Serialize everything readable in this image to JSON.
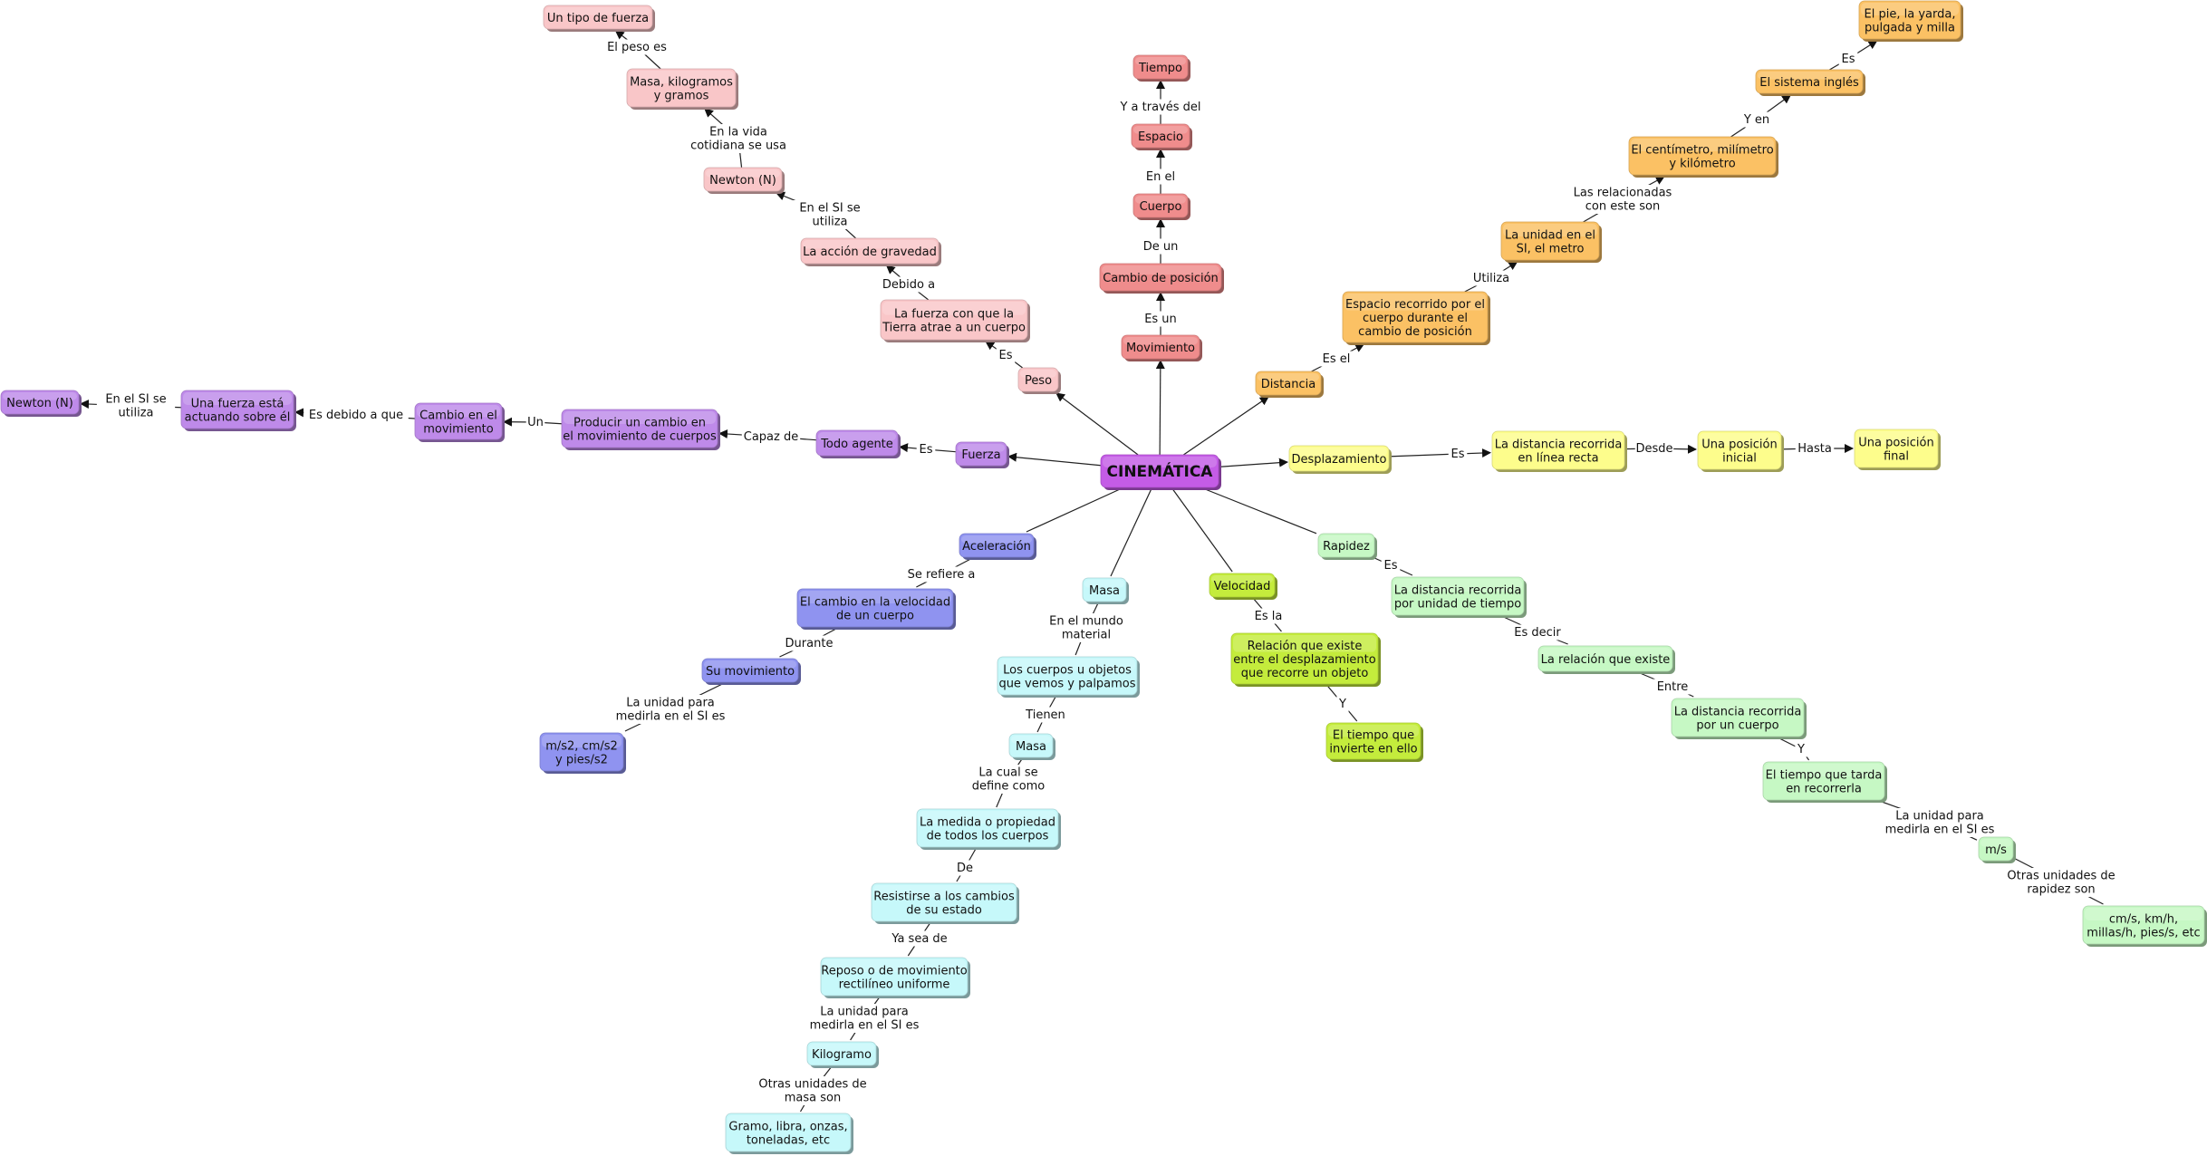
{
  "colors": {
    "root": "#c45ce6",
    "mov": "#ef8c8c",
    "peso": "#f9c6c8",
    "dist": "#fbc164",
    "desp": "#fdfd8c",
    "fuerza": "#be8ae9",
    "acel": "#8f93f0",
    "masa": "#c6f8fa",
    "vel": "#c4ec3c",
    "rap": "#c6f8c4"
  },
  "nodes": [
    {
      "id": "root",
      "label": "CINEMÁTICA",
      "color": "root"
    },
    {
      "id": "mov",
      "label": "Movimiento",
      "color": "mov"
    },
    {
      "id": "cambio",
      "label": "Cambio de posición",
      "color": "mov"
    },
    {
      "id": "cuerpo",
      "label": "Cuerpo",
      "color": "mov"
    },
    {
      "id": "espacio",
      "label": "Espacio",
      "color": "mov"
    },
    {
      "id": "tiempo",
      "label": "Tiempo",
      "color": "mov"
    },
    {
      "id": "peso",
      "label": "Peso",
      "color": "peso"
    },
    {
      "id": "fuerzaTierra",
      "label": "La fuerza con que la\nTierra atrae a un cuerpo",
      "color": "peso"
    },
    {
      "id": "gravedad",
      "label": "La acción de gravedad",
      "color": "peso"
    },
    {
      "id": "newton1",
      "label": "Newton (N)",
      "color": "peso"
    },
    {
      "id": "masaKg",
      "label": "Masa, kilogramos\ny gramos",
      "color": "peso"
    },
    {
      "id": "tipoFuerza",
      "label": "Un tipo de fuerza",
      "color": "peso"
    },
    {
      "id": "distancia",
      "label": "Distancia",
      "color": "dist"
    },
    {
      "id": "espacioRec",
      "label": "Espacio recorrido por el\ncuerpo durante el\ncambio de posición",
      "color": "dist"
    },
    {
      "id": "unidadSI",
      "label": "La unidad en el\nSI, el metro",
      "color": "dist"
    },
    {
      "id": "centimetro",
      "label": "El centímetro, milímetro\ny kilómetro",
      "color": "dist"
    },
    {
      "id": "ingles",
      "label": "El sistema inglés",
      "color": "dist"
    },
    {
      "id": "pie",
      "label": "El pie, la yarda,\npulgada y milla",
      "color": "dist"
    },
    {
      "id": "desp",
      "label": "Desplazamiento",
      "color": "desp"
    },
    {
      "id": "distRecta",
      "label": "La distancia recorrida\nen línea recta",
      "color": "desp"
    },
    {
      "id": "posIni",
      "label": "Una posición\ninicial",
      "color": "desp"
    },
    {
      "id": "posFin",
      "label": "Una posición\nfinal",
      "color": "desp"
    },
    {
      "id": "fuerza",
      "label": "Fuerza",
      "color": "fuerza"
    },
    {
      "id": "agente",
      "label": "Todo agente",
      "color": "fuerza"
    },
    {
      "id": "producir",
      "label": "Producir un cambio en\nel movimiento de cuerpos",
      "color": "fuerza"
    },
    {
      "id": "cambioMov",
      "label": "Cambio en el\nmovimiento",
      "color": "fuerza"
    },
    {
      "id": "fuerzaActua",
      "label": "Una fuerza está\nactuando sobre él",
      "color": "fuerza"
    },
    {
      "id": "newton2",
      "label": "Newton (N)",
      "color": "fuerza"
    },
    {
      "id": "acel",
      "label": "Aceleración",
      "color": "acel"
    },
    {
      "id": "cambioVel",
      "label": "El cambio en la velocidad\nde un cuerpo",
      "color": "acel"
    },
    {
      "id": "suMov",
      "label": "Su movimiento",
      "color": "acel"
    },
    {
      "id": "ms2",
      "label": "m/s2, cm/s2\ny pies/s2",
      "color": "acel"
    },
    {
      "id": "masa1",
      "label": "Masa",
      "color": "masa"
    },
    {
      "id": "cuerpos",
      "label": "Los cuerpos u objetos\nque vemos y palpamos",
      "color": "masa"
    },
    {
      "id": "masa2",
      "label": "Masa",
      "color": "masa"
    },
    {
      "id": "medida",
      "label": "La medida o propiedad\nde todos los cuerpos",
      "color": "masa"
    },
    {
      "id": "resistirse",
      "label": "Resistirse a los cambios\nde su estado",
      "color": "masa"
    },
    {
      "id": "reposo",
      "label": "Reposo o de movimiento\nrectilíneo uniforme",
      "color": "masa"
    },
    {
      "id": "kilogramo",
      "label": "Kilogramo",
      "color": "masa"
    },
    {
      "id": "gramo",
      "label": "Gramo, libra, onzas,\ntoneladas, etc",
      "color": "masa"
    },
    {
      "id": "vel",
      "label": "Velocidad",
      "color": "vel"
    },
    {
      "id": "relacion1",
      "label": "Relación que existe\nentre el desplazamiento\nque recorre un objeto",
      "color": "vel"
    },
    {
      "id": "tiempoInv",
      "label": "El tiempo que\ninvierte en ello",
      "color": "vel"
    },
    {
      "id": "rapidez",
      "label": "Rapidez",
      "color": "rap"
    },
    {
      "id": "distUnidad",
      "label": "La distancia recorrida\npor unidad de tiempo",
      "color": "rap"
    },
    {
      "id": "relacion2",
      "label": "La relación que existe",
      "color": "rap"
    },
    {
      "id": "distCuerpo",
      "label": "La distancia recorrida\npor un cuerpo",
      "color": "rap"
    },
    {
      "id": "tiempoTarda",
      "label": "El tiempo que tarda\nen recorrerla",
      "color": "rap"
    },
    {
      "id": "ms",
      "label": "m/s",
      "color": "rap"
    },
    {
      "id": "cmkm",
      "label": "cm/s, km/h,\nmillas/h, pies/s, etc",
      "color": "rap"
    }
  ],
  "edges": [
    {
      "from": "root",
      "to": "mov",
      "label": "",
      "arrow": true
    },
    {
      "from": "mov",
      "to": "cambio",
      "label": "Es un",
      "arrow": true
    },
    {
      "from": "cambio",
      "to": "cuerpo",
      "label": "De un",
      "arrow": true
    },
    {
      "from": "cuerpo",
      "to": "espacio",
      "label": "En el",
      "arrow": true
    },
    {
      "from": "espacio",
      "to": "tiempo",
      "label": "Y a través del",
      "arrow": true
    },
    {
      "from": "root",
      "to": "peso",
      "label": "",
      "arrow": true
    },
    {
      "from": "peso",
      "to": "fuerzaTierra",
      "label": "Es",
      "arrow": true
    },
    {
      "from": "fuerzaTierra",
      "to": "gravedad",
      "label": "Debido a",
      "arrow": true
    },
    {
      "from": "gravedad",
      "to": "newton1",
      "label": "En el SI se\nutiliza",
      "arrow": true
    },
    {
      "from": "newton1",
      "to": "masaKg",
      "label": "En la vida\ncotidiana se usa",
      "arrow": true
    },
    {
      "from": "masaKg",
      "to": "tipoFuerza",
      "label": "El peso es",
      "arrow": true
    },
    {
      "from": "root",
      "to": "distancia",
      "label": "",
      "arrow": true
    },
    {
      "from": "distancia",
      "to": "espacioRec",
      "label": "Es el",
      "arrow": true
    },
    {
      "from": "espacioRec",
      "to": "unidadSI",
      "label": "Utiliza",
      "arrow": true
    },
    {
      "from": "unidadSI",
      "to": "centimetro",
      "label": "Las relacionadas\ncon este son",
      "arrow": true
    },
    {
      "from": "centimetro",
      "to": "ingles",
      "label": "Y en",
      "arrow": true
    },
    {
      "from": "ingles",
      "to": "pie",
      "label": "Es",
      "arrow": true
    },
    {
      "from": "root",
      "to": "desp",
      "label": "",
      "arrow": true
    },
    {
      "from": "desp",
      "to": "distRecta",
      "label": "Es",
      "arrow": true
    },
    {
      "from": "distRecta",
      "to": "posIni",
      "label": "Desde",
      "arrow": true
    },
    {
      "from": "posIni",
      "to": "posFin",
      "label": "Hasta",
      "arrow": true
    },
    {
      "from": "root",
      "to": "fuerza",
      "label": "",
      "arrow": true
    },
    {
      "from": "fuerza",
      "to": "agente",
      "label": "Es",
      "arrow": true
    },
    {
      "from": "agente",
      "to": "producir",
      "label": "Capaz de",
      "arrow": true
    },
    {
      "from": "producir",
      "to": "cambioMov",
      "label": "Un",
      "arrow": true
    },
    {
      "from": "cambioMov",
      "to": "fuerzaActua",
      "label": "Es debido a que",
      "arrow": true
    },
    {
      "from": "fuerzaActua",
      "to": "newton2",
      "label": "En el SI se\nutiliza",
      "arrow": true
    },
    {
      "from": "root",
      "to": "acel",
      "label": "",
      "arrow": false
    },
    {
      "from": "acel",
      "to": "cambioVel",
      "label": "Se refiere a",
      "arrow": false
    },
    {
      "from": "cambioVel",
      "to": "suMov",
      "label": "Durante",
      "arrow": false
    },
    {
      "from": "suMov",
      "to": "ms2",
      "label": "La unidad para\nmedirla en el SI es",
      "arrow": false
    },
    {
      "from": "root",
      "to": "masa1",
      "label": "",
      "arrow": false
    },
    {
      "from": "masa1",
      "to": "cuerpos",
      "label": "En el mundo\nmaterial",
      "arrow": false
    },
    {
      "from": "cuerpos",
      "to": "masa2",
      "label": "Tienen",
      "arrow": false
    },
    {
      "from": "masa2",
      "to": "medida",
      "label": "La cual se\ndefine como",
      "arrow": false
    },
    {
      "from": "medida",
      "to": "resistirse",
      "label": "De",
      "arrow": false
    },
    {
      "from": "resistirse",
      "to": "reposo",
      "label": "Ya sea de",
      "arrow": false
    },
    {
      "from": "reposo",
      "to": "kilogramo",
      "label": "La unidad para\nmedirla en el SI es",
      "arrow": false
    },
    {
      "from": "kilogramo",
      "to": "gramo",
      "label": "Otras unidades de\nmasa son",
      "arrow": false
    },
    {
      "from": "root",
      "to": "vel",
      "label": "",
      "arrow": false
    },
    {
      "from": "vel",
      "to": "relacion1",
      "label": "Es la",
      "arrow": false
    },
    {
      "from": "relacion1",
      "to": "tiempoInv",
      "label": "Y",
      "arrow": false
    },
    {
      "from": "root",
      "to": "rapidez",
      "label": "",
      "arrow": false
    },
    {
      "from": "rapidez",
      "to": "distUnidad",
      "label": "Es",
      "arrow": false
    },
    {
      "from": "distUnidad",
      "to": "relacion2",
      "label": "Es decir",
      "arrow": false
    },
    {
      "from": "relacion2",
      "to": "distCuerpo",
      "label": "Entre",
      "arrow": false
    },
    {
      "from": "distCuerpo",
      "to": "tiempoTarda",
      "label": "Y",
      "arrow": false
    },
    {
      "from": "tiempoTarda",
      "to": "ms",
      "label": "La unidad para\nmedirla en el SI es",
      "arrow": false
    },
    {
      "from": "ms",
      "to": "cmkm",
      "label": "Otras unidades de\nrapidez son",
      "arrow": false
    }
  ]
}
